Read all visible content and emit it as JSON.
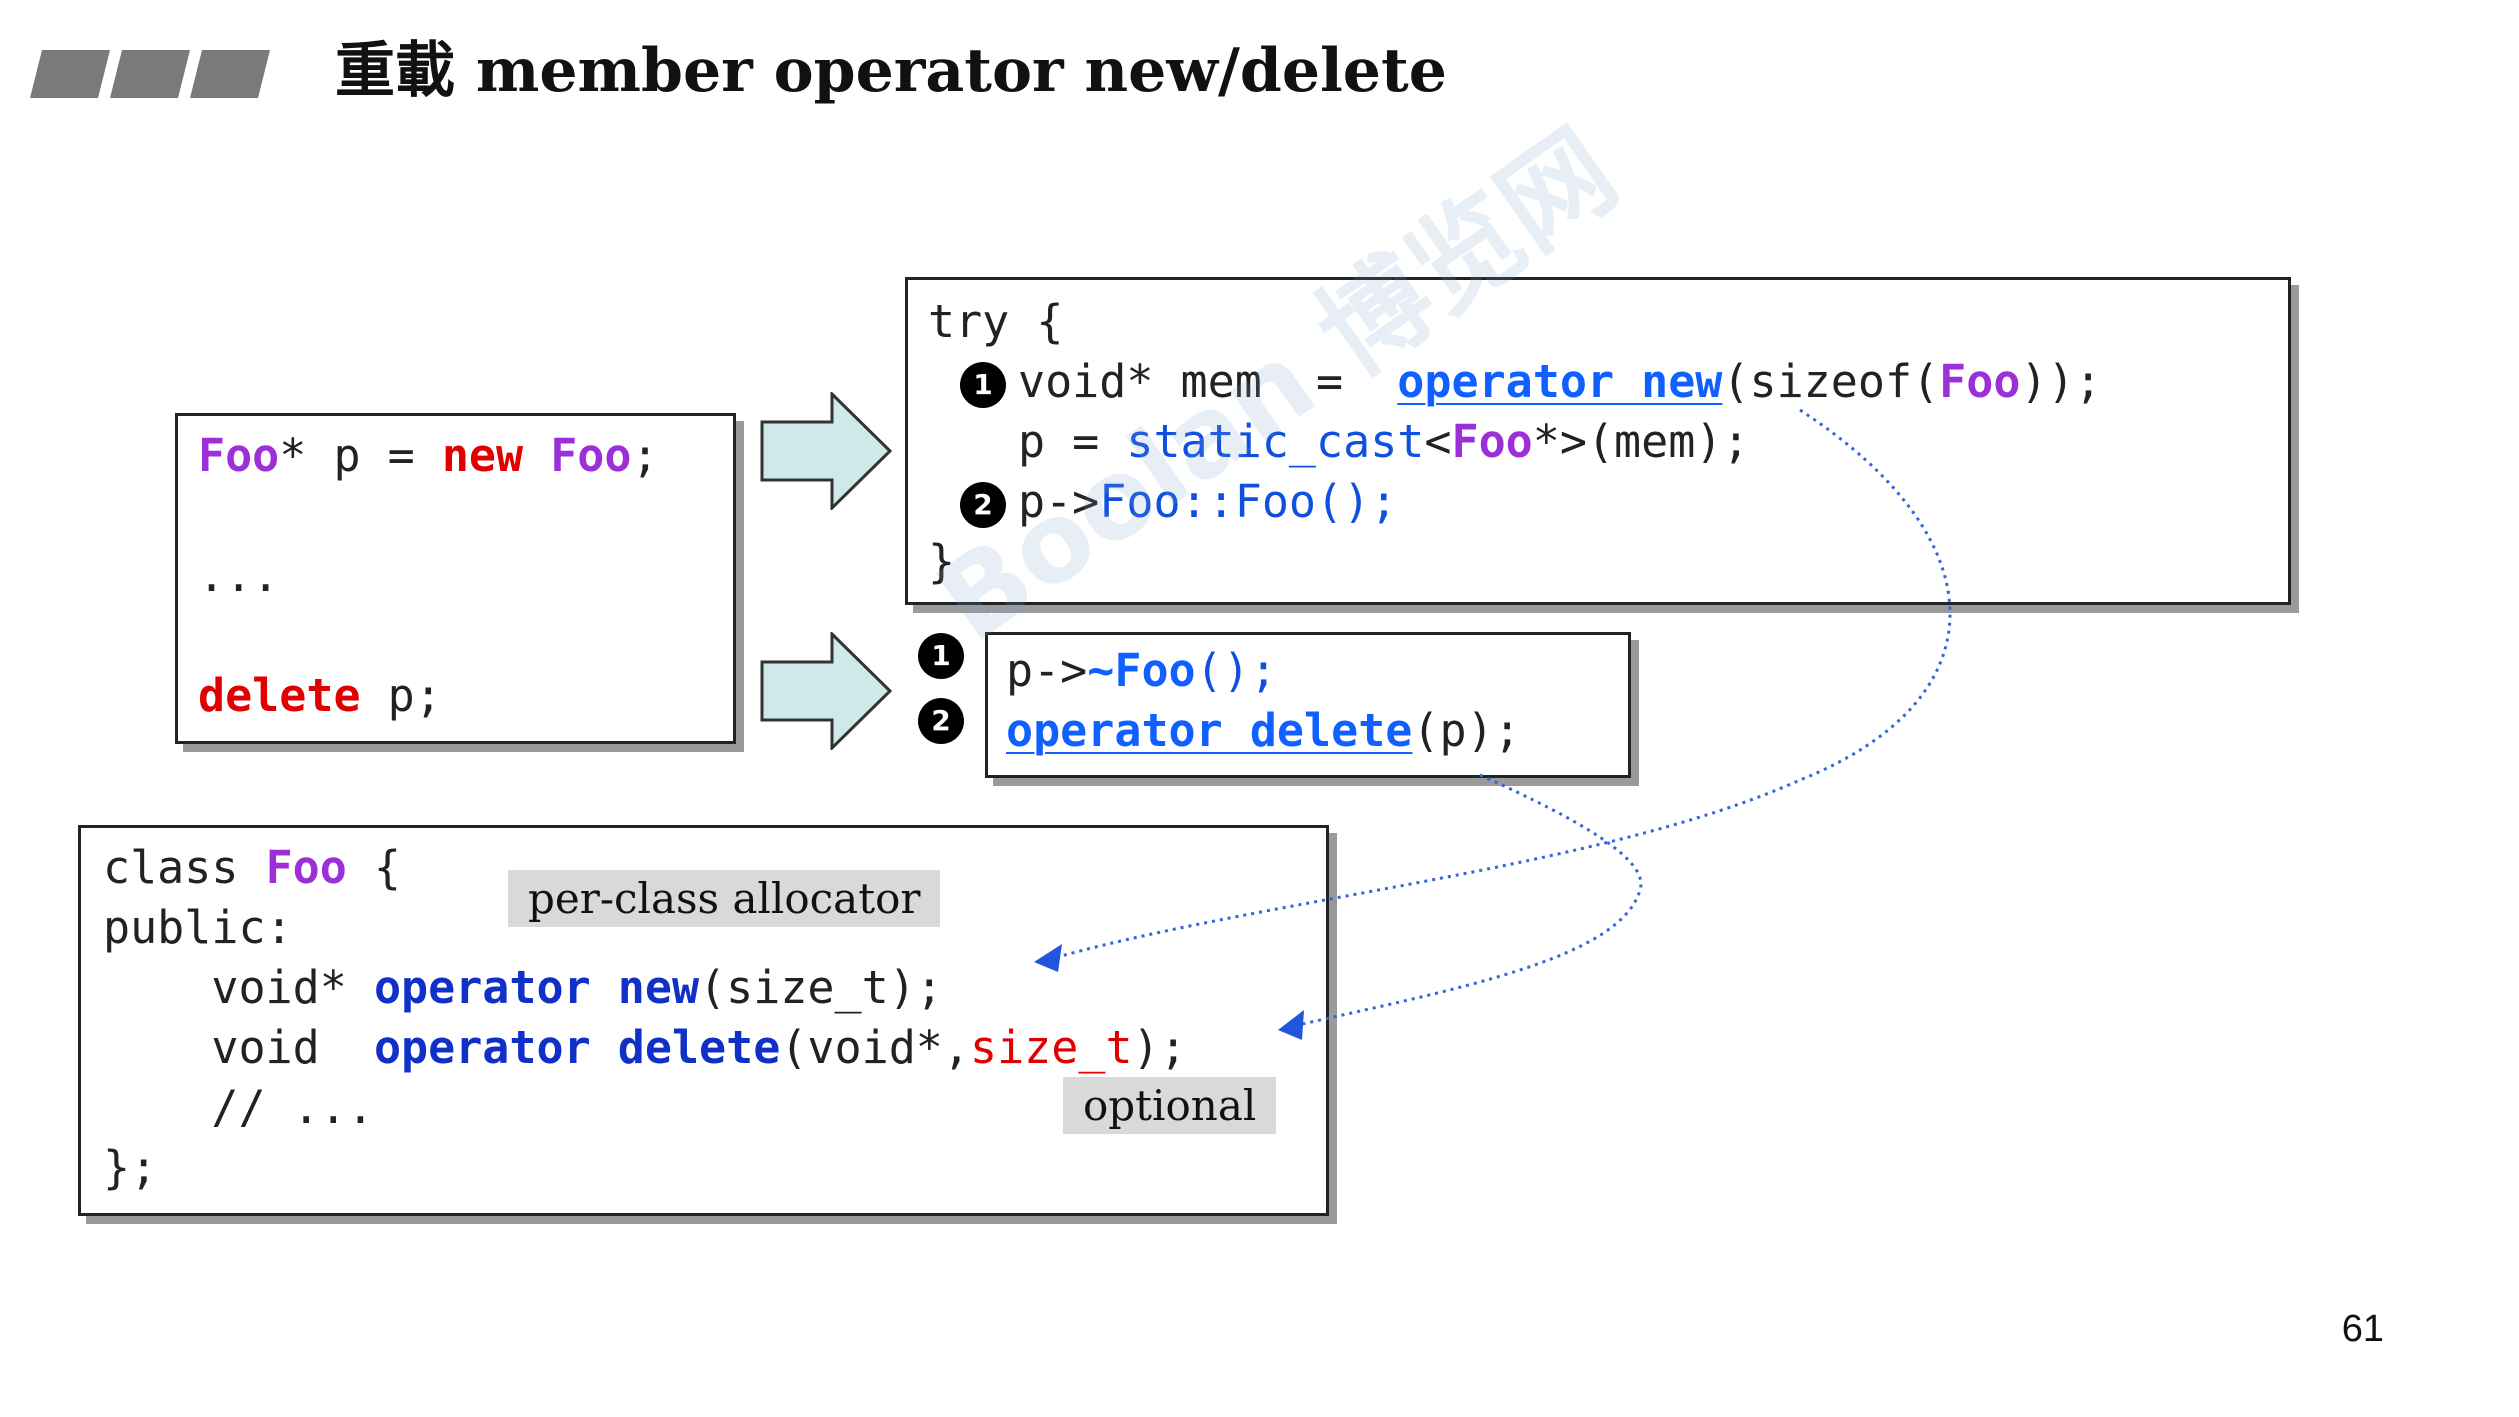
{
  "title": "重載 member operator new/delete",
  "page_number": "61",
  "client_box": {
    "line1": {
      "t1": "Foo",
      "t2": "* p = ",
      "t3": "new",
      "t4": " ",
      "t5": "Foo",
      "t6": ";"
    },
    "line2": "...",
    "line3": {
      "t1": "delete",
      "t2": " p;"
    }
  },
  "new_box": {
    "line1": "try {",
    "line2": {
      "t1": "void* mem  =  ",
      "t2": "operator new",
      "t3": "(sizeof(",
      "t4": "Foo",
      "t5": "));"
    },
    "line3": {
      "t1": "p = ",
      "t2": "static_cast",
      "t3": "<",
      "t4": "Foo",
      "t5": "*>(mem);"
    },
    "line4": {
      "t1": "p->",
      "t2": "Foo::Foo",
      "t3": "();"
    },
    "line5": "}",
    "badge1": "1",
    "badge2": "2"
  },
  "delete_box": {
    "line1": {
      "t1": "p->",
      "t2": "~",
      "t3": "Foo",
      "t4": "();"
    },
    "line2": {
      "t1": "operator delete",
      "t2": "(p);"
    },
    "badge1": "1",
    "badge2": "2"
  },
  "class_box": {
    "line1": {
      "t1": "class ",
      "t2": "Foo",
      "t3": " {"
    },
    "line2": "public:",
    "line3": {
      "t1": "    void* ",
      "t2": "operator new",
      "t3": "(size_t);"
    },
    "line4": {
      "t1": "    void  ",
      "t2": "operator delete",
      "t3": "(void*,",
      "t4": "size_t",
      "t5": ");"
    },
    "line5": "    // ...",
    "line6": "};"
  },
  "labels": {
    "per_class": "per-class allocator",
    "optional": "optional"
  },
  "watermark": "Boolan 博览网",
  "colors": {
    "red": "#e00000",
    "purple": "#9b30d9",
    "blue": "#1050e0",
    "arrow_fill": "#cfe8ea",
    "arrow_dots": "#3366dd"
  }
}
